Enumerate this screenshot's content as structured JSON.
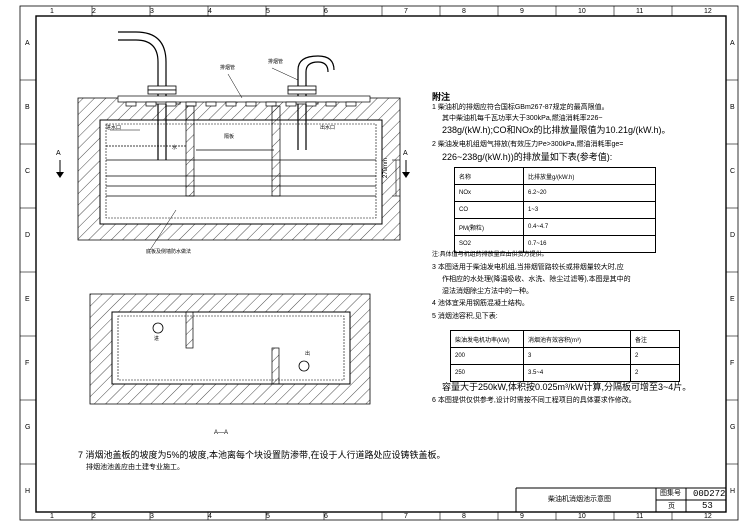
{
  "border": {
    "top_numbers": [
      "1",
      "2",
      "3",
      "4",
      "5",
      "6",
      "7",
      "8",
      "9",
      "10",
      "11",
      "12"
    ],
    "bottom_numbers": [
      "1",
      "2",
      "3",
      "4",
      "5",
      "6",
      "7",
      "8",
      "9",
      "10",
      "11",
      "12"
    ],
    "side_letters": [
      "A",
      "B",
      "C",
      "D",
      "E",
      "F",
      "G",
      "H"
    ]
  },
  "drawing_labels": {
    "section_mark": "A",
    "dim_270": "270mm",
    "label_pipe": "排烟管",
    "label_inlet": "进水口",
    "label_outlet": "出水口",
    "label_partition": "隔板",
    "label_water": "水",
    "label_bottom": "底板及侧墙防水做法",
    "plan_label_in": "进",
    "plan_label_out": "出",
    "section_title": "A—A"
  },
  "notes": {
    "heading": "附注",
    "n1a": "1  柴油机的排烟应符合国标GBm267-87规定的最高限值。",
    "n1b": "其中柴油机每千瓦功率大于300kPa,燃油消耗率226~",
    "n1c": "238g/(kW.h);CO和NOx的比排放量限值为10.21g/(kW.h)。",
    "n2a": "2  柴油发电机组烟气排放(有效压力Pe>300kPa,燃油消耗率ge=",
    "n2b": "226~238g/(kW.h))的排放量如下表(参考值):",
    "table1_header": [
      "名称",
      "比排放量g/(kW.h)"
    ],
    "table1_rows": [
      [
        "NOx",
        "6.2~20"
      ],
      [
        "CO",
        "1~3"
      ],
      [
        "PM(颗粒)",
        "0.4~4.7"
      ],
      [
        "SO2",
        "0.7~16"
      ]
    ],
    "note_table": "注:具体值与机组的排放量应由供货方提供。",
    "n3a": "3  本图适用于柴油发电机组,当排烟管路较长或排烟量较大时,应",
    "n3b": "作相应的水处理(降温吸收、水洗、除尘过滤等),本图是其中的",
    "n3c": "湿法消烟除尘方法中的一种。",
    "n4": "4  池体宜采用钢筋混凝土结构。",
    "n5": "5  消烟池容积,见下表:",
    "table2_header": [
      "柴油发电机功率(kW)",
      "消烟池有效容积(m³)",
      "备注"
    ],
    "table2_rows": [
      [
        "200",
        "3",
        "2"
      ],
      [
        "250",
        "3.5~4",
        "2"
      ]
    ],
    "n5b": "容量大于250kW,体积按0.025m³/kW计算,分隔板可增至3~4片。",
    "n6": "6  本图提供仅供参考,设计时需按不同工程项目的具体要求作修改。",
    "n7a": "7  消烟池盖板的坡度为5%的坡度,本池离每个块设置防渗带,在设于人行道路处应设铸铁盖板。",
    "n7b": "排烟池池盖应由土建专业施工。"
  },
  "title_block": {
    "title": "柴油机消烟池示意图",
    "atlas_label": "图集号",
    "atlas_value": "00D272",
    "page_label": "页",
    "page_value": "53"
  }
}
